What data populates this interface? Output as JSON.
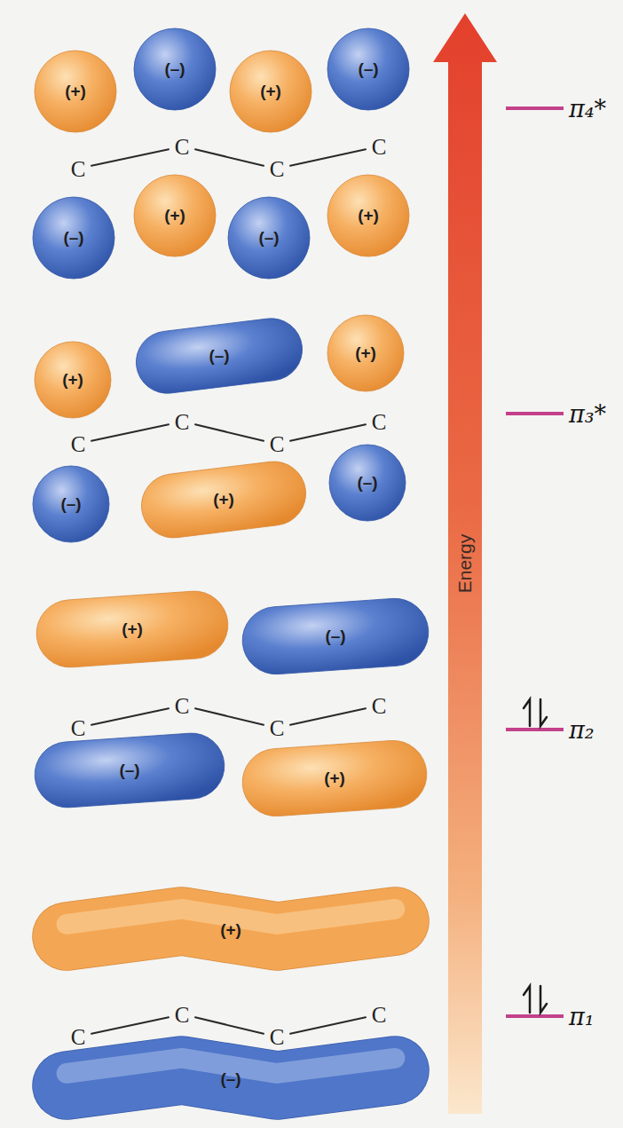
{
  "diagram": {
    "nodes": [
      {
        "text": [
          "(+)"
        ]
      },
      {
        "text": [
          "(–)"
        ]
      },
      {
        "text": [
          "(+)"
        ]
      },
      {
        "text": [
          "(–)"
        ]
      },
      {
        "text": [
          "(–)"
        ]
      },
      {
        "text": [
          "(+)"
        ]
      },
      {
        "text": [
          "(–)"
        ]
      },
      {
        "text": [
          "(+)"
        ]
      },
      {
        "text": [
          "(+)"
        ]
      },
      {
        "text": [
          "(–)"
        ]
      },
      {
        "text": [
          "(+)"
        ]
      },
      {
        "text": [
          "(–)"
        ]
      },
      {
        "text": [
          "(+)"
        ]
      },
      {
        "text": [
          "(–)"
        ]
      },
      {
        "text": [
          "(+)"
        ]
      },
      {
        "text": [
          "(–)"
        ]
      },
      {
        "text": [
          "(–)"
        ]
      },
      {
        "text": [
          "(+)"
        ]
      },
      {
        "text": [
          "(+)"
        ]
      },
      {
        "text": [
          "(–)"
        ]
      },
      {
        "text": [
          "Energy"
        ]
      }
    ],
    "labels": [
      "π₄*",
      "C",
      "C",
      "C",
      "C",
      "π₃*",
      "C",
      "C",
      "C",
      "C",
      "π₂",
      "C",
      "C",
      "C",
      "C",
      "π₁",
      "C",
      "C",
      "C",
      "C"
    ]
  }
}
